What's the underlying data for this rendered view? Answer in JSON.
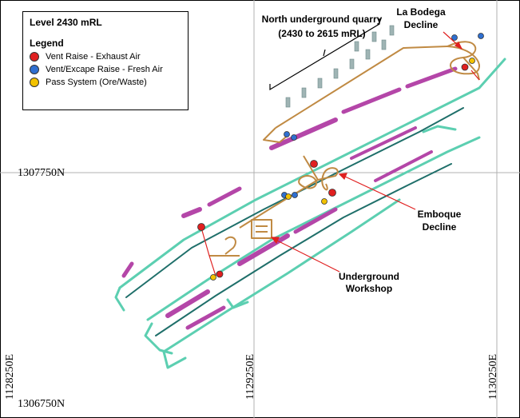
{
  "colors": {
    "tunnel_teal": "#5ccfb1",
    "tunnel_dark": "#1f6f6a",
    "stope_magenta": "#b446a8",
    "decline_brown": "#c08a43",
    "vent_red": "#e02020",
    "vent_blue": "#2f6fd0",
    "pass_yellow": "#f2c200",
    "grid": "#b0b0b0"
  },
  "legend": {
    "title": "Level 2430 mRL",
    "heading": "Legend",
    "items": [
      {
        "label": "Vent Raise - Exhaust Air",
        "color": "#e02020"
      },
      {
        "label": "Vent/Excape Raise - Fresh Air",
        "color": "#2f6fd0"
      },
      {
        "label": "Pass System (Ore/Waste)",
        "color": "#f2c200"
      }
    ]
  },
  "grid": {
    "northings": [
      "1307750N",
      "1306750N"
    ],
    "eastings": [
      "1128250E",
      "1129250E",
      "1130250E"
    ]
  },
  "annotations": {
    "north_quarry_line1": "North underground quarry",
    "north_quarry_line2": "(2430 to 2615 mRL)",
    "la_bodega_line1": "La Bodega",
    "la_bodega_line2": "Decline",
    "emboque_line1": "Emboque",
    "emboque_line2": "Decline",
    "workshop_line1": "Underground",
    "workshop_line2": "Workshop"
  }
}
